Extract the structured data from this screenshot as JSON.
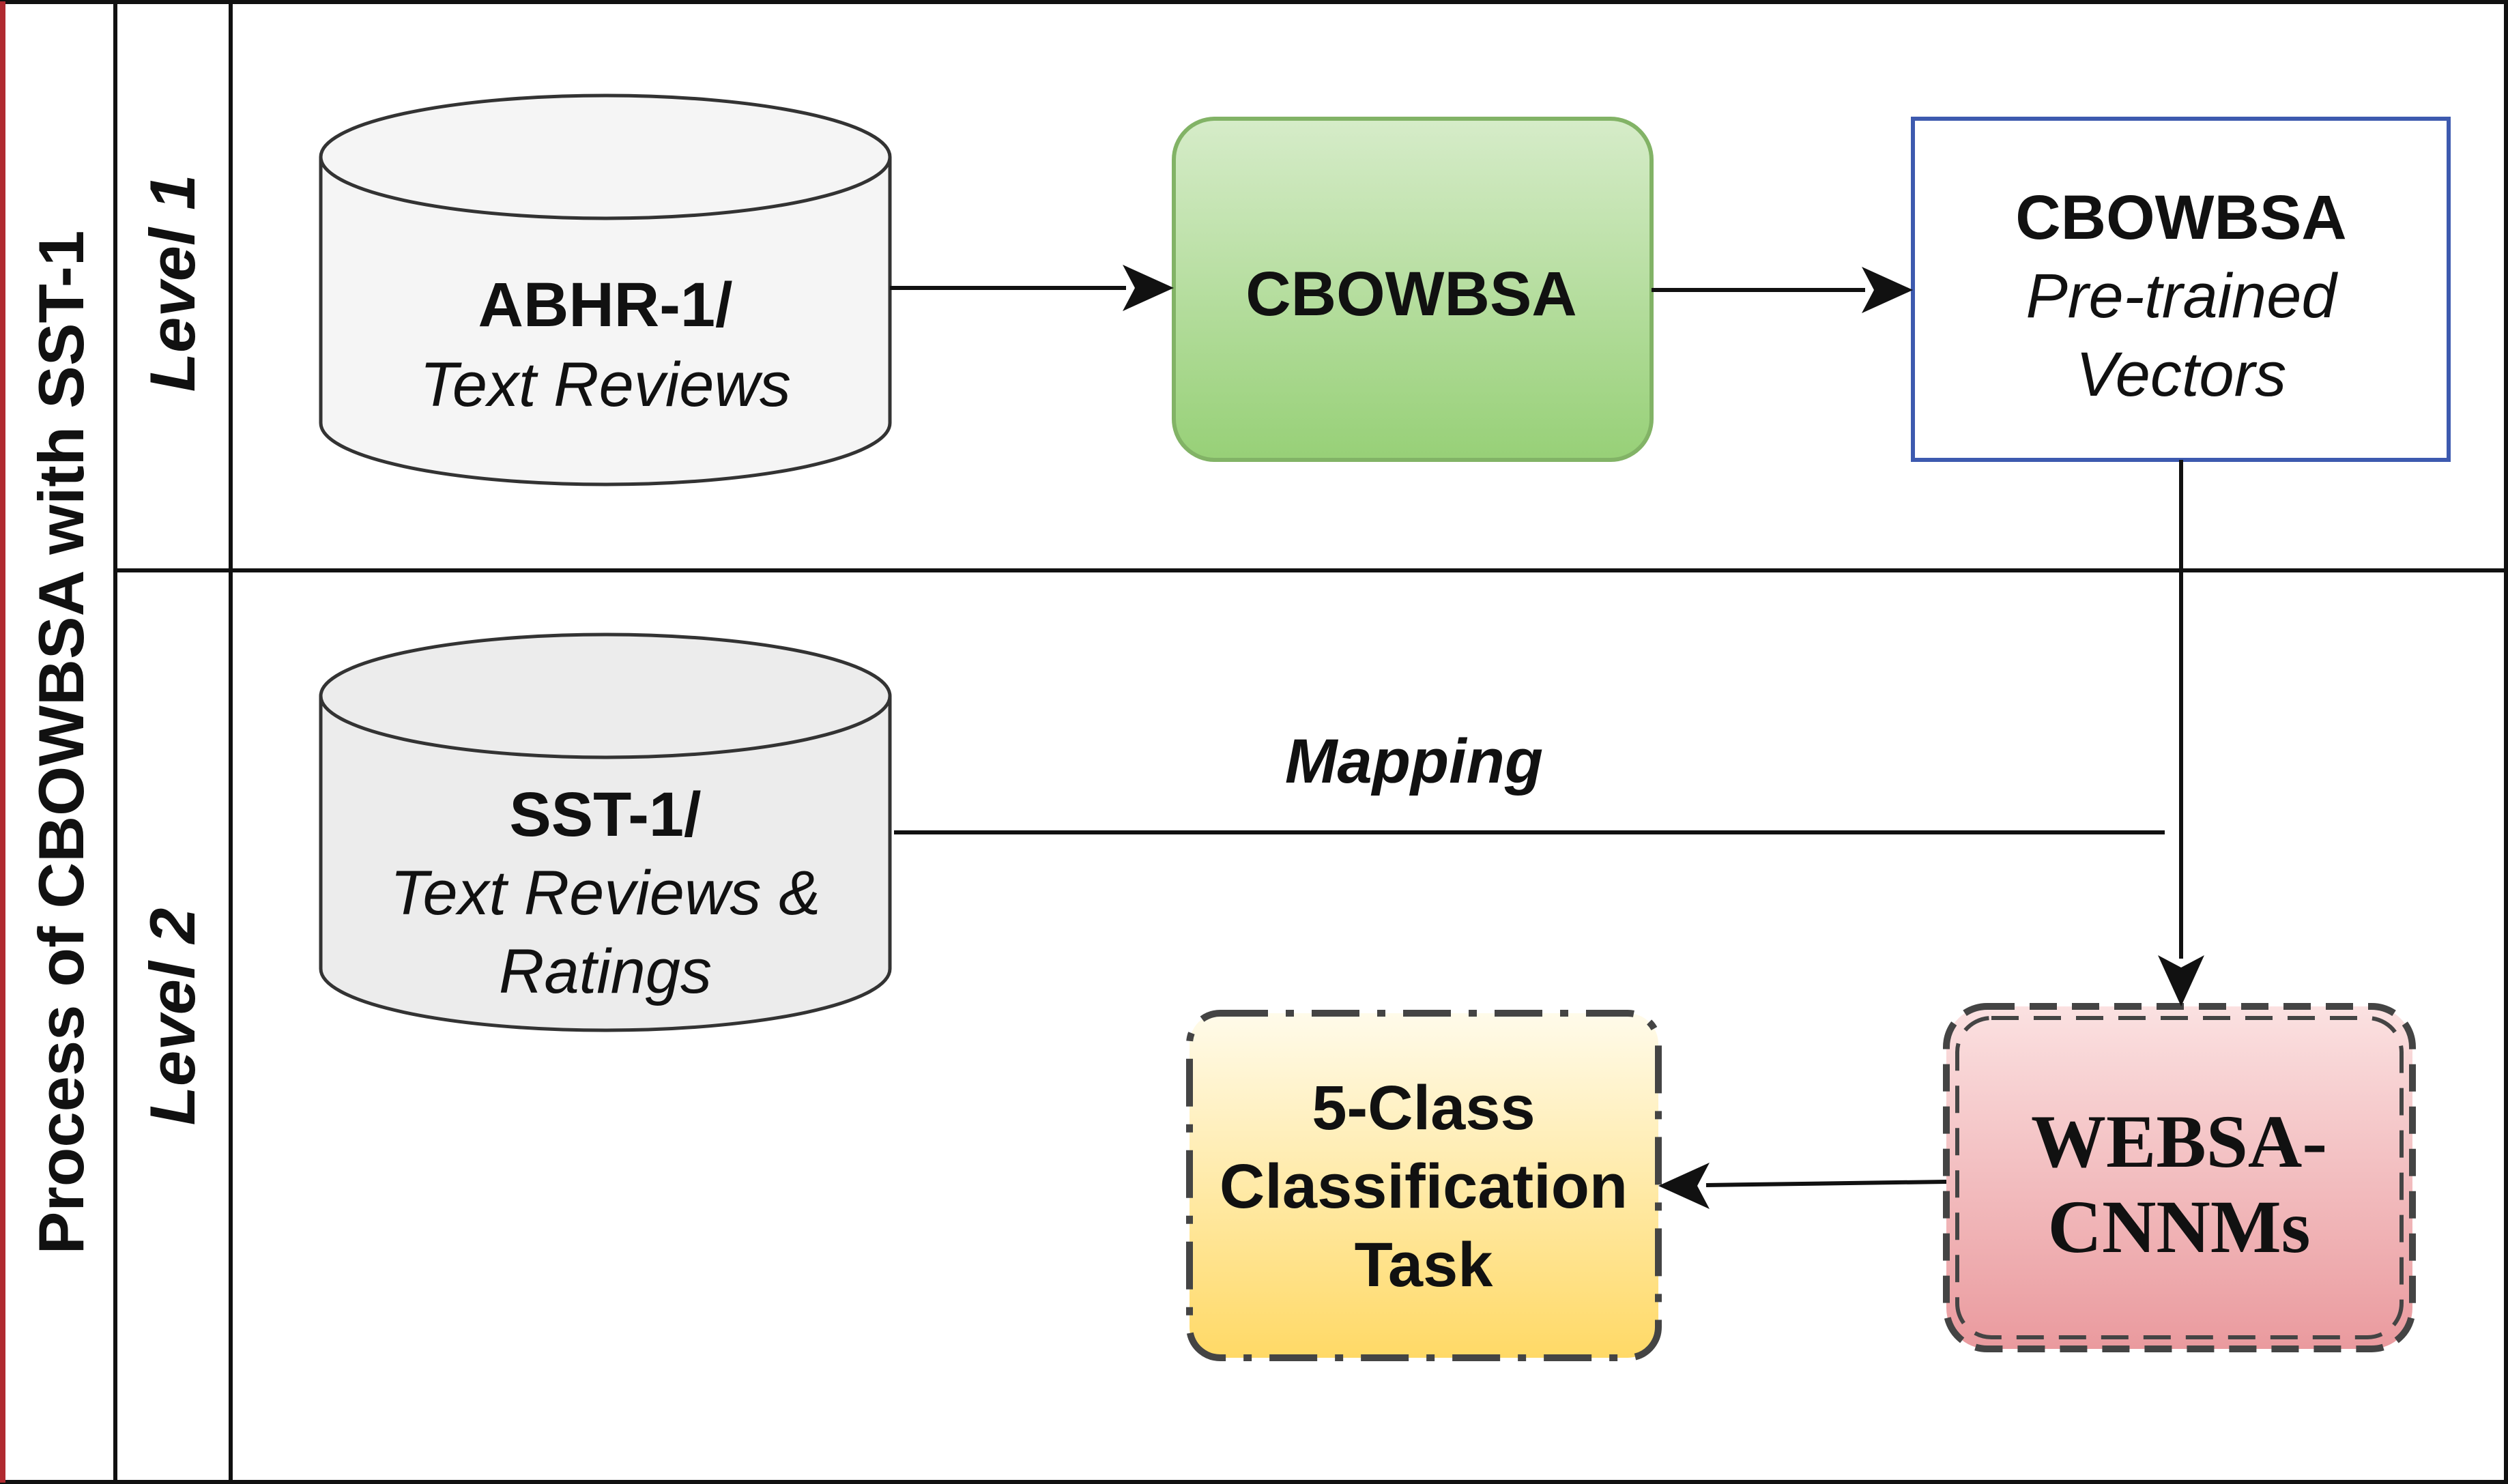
{
  "pool": {
    "title": "Process of CBOWBSA with SST-1",
    "lanes": [
      "Level 1",
      "Level 2"
    ]
  },
  "nodes": {
    "abhr": {
      "line1": "ABHR-1/",
      "line2": "Text Reviews"
    },
    "cbowbsa": {
      "label": "CBOWBSA"
    },
    "vectors": {
      "line1": "CBOWBSA",
      "line2": "Pre-trained",
      "line3": "Vectors"
    },
    "sst": {
      "line1": "SST-1/",
      "line2": "Text Reviews &",
      "line3": "Ratings"
    },
    "classification": {
      "line1": "5-Class",
      "line2": "Classification",
      "line3": "Task"
    },
    "websa": {
      "line1": "WEBSA-",
      "line2": "CNNMs"
    }
  },
  "edges": {
    "mapping_label": "Mapping"
  },
  "colors": {
    "pool_border": "#b02a30",
    "lines": "#111111",
    "cylinder_light": "#f5f5f5",
    "cylinder_dark": "#ececec",
    "green_top": "#d6ecc9",
    "green_bottom": "#97d077",
    "green_border": "#82b366",
    "vectors_border": "#3d5aaf",
    "yellow_top": "#fffbea",
    "yellow_bottom": "#ffd966",
    "red_top": "#fbe1e1",
    "red_bottom": "#ea9a9e",
    "dashed_border": "#444444"
  }
}
